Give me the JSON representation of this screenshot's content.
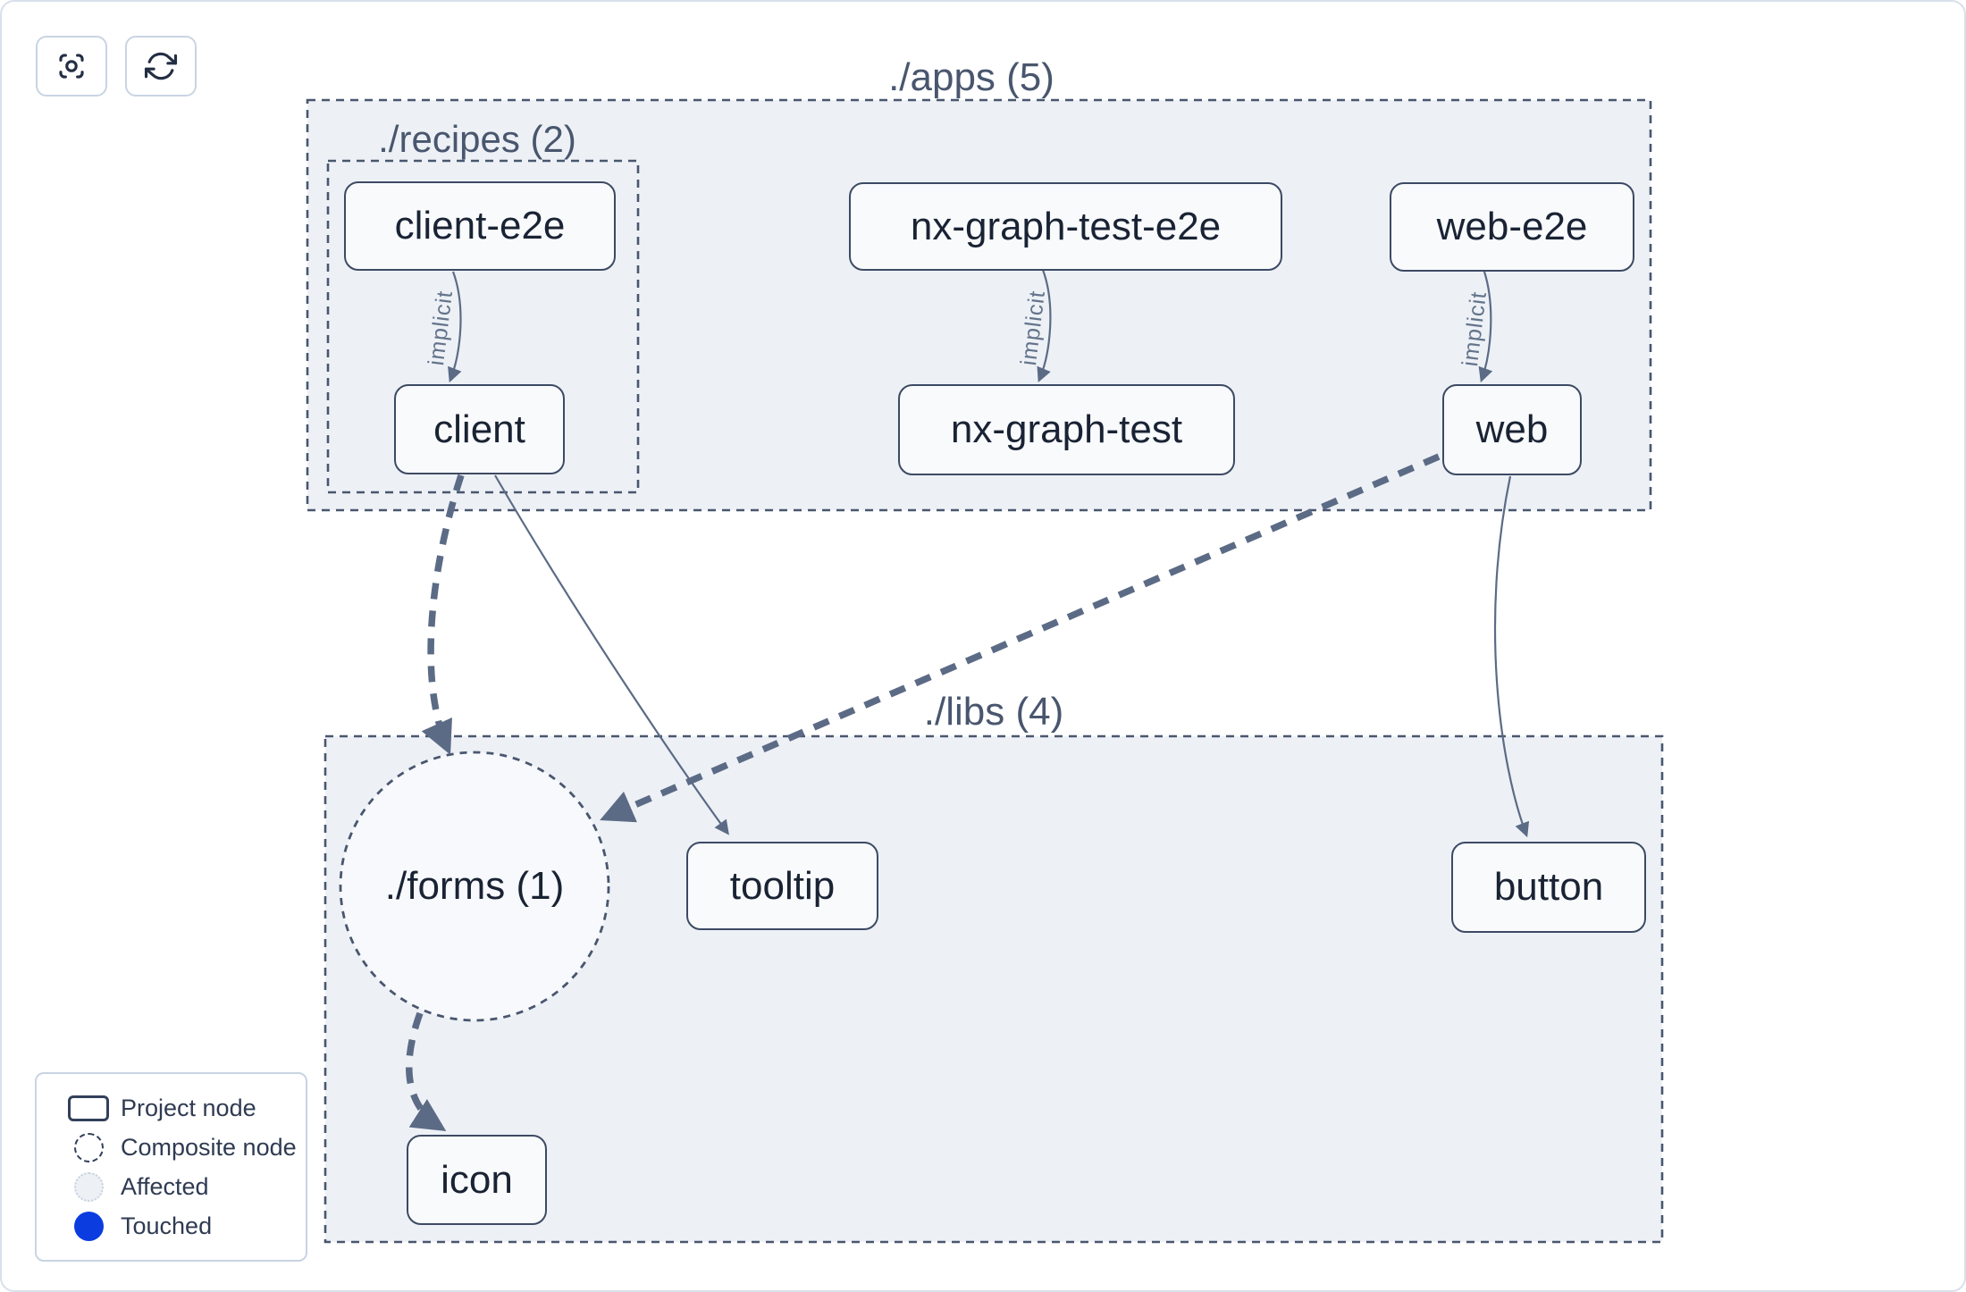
{
  "toolbar": {
    "buttons": [
      {
        "icon": "focus-icon",
        "action": "focus"
      },
      {
        "icon": "refresh-icon",
        "action": "refresh"
      }
    ]
  },
  "graph": {
    "groups": [
      {
        "id": "apps",
        "label": "./apps (5)"
      },
      {
        "id": "recipes",
        "label": "./recipes (2)"
      },
      {
        "id": "libs",
        "label": "./libs (4)"
      }
    ],
    "composite_nodes": [
      {
        "id": "forms",
        "label": "./forms (1)"
      }
    ],
    "nodes": [
      {
        "id": "client-e2e",
        "label": "client-e2e",
        "group": "recipes"
      },
      {
        "id": "client",
        "label": "client",
        "group": "recipes"
      },
      {
        "id": "nx-graph-test-e2e",
        "label": "nx-graph-test-e2e",
        "group": "apps"
      },
      {
        "id": "nx-graph-test",
        "label": "nx-graph-test",
        "group": "apps"
      },
      {
        "id": "web-e2e",
        "label": "web-e2e",
        "group": "apps"
      },
      {
        "id": "web",
        "label": "web",
        "group": "apps"
      },
      {
        "id": "tooltip",
        "label": "tooltip",
        "group": "libs"
      },
      {
        "id": "button",
        "label": "button",
        "group": "libs"
      },
      {
        "id": "icon",
        "label": "icon",
        "group": "libs"
      }
    ],
    "edges": [
      {
        "source": "client-e2e",
        "target": "client",
        "label": "implicit",
        "style": "implicit-thin"
      },
      {
        "source": "nx-graph-test-e2e",
        "target": "nx-graph-test",
        "label": "implicit",
        "style": "implicit-thin"
      },
      {
        "source": "web-e2e",
        "target": "web",
        "label": "implicit",
        "style": "implicit-thin"
      },
      {
        "source": "client",
        "target": "./forms",
        "style": "composite-thick-dashed"
      },
      {
        "source": "client",
        "target": "tooltip",
        "style": "static-thin"
      },
      {
        "source": "web",
        "target": "./forms",
        "style": "composite-thick-dashed"
      },
      {
        "source": "web",
        "target": "button",
        "style": "static-thin"
      },
      {
        "source": "./forms",
        "target": "icon",
        "style": "composite-thick-dashed"
      }
    ]
  },
  "legend": {
    "items": [
      {
        "swatch": "project-node-swatch",
        "label": "Project node"
      },
      {
        "swatch": "composite-node-swatch",
        "label": "Composite node"
      },
      {
        "swatch": "affected-swatch",
        "label": "Affected"
      },
      {
        "swatch": "touched-swatch",
        "label": "Touched"
      }
    ]
  },
  "colors": {
    "touched_blue": "#0b3ce0",
    "container_fill": "#edf1f6",
    "node_fill": "#f8fafc",
    "node_border": "#3d4a63",
    "edge": "#5c6b85",
    "dashed_border": "#49566e"
  }
}
